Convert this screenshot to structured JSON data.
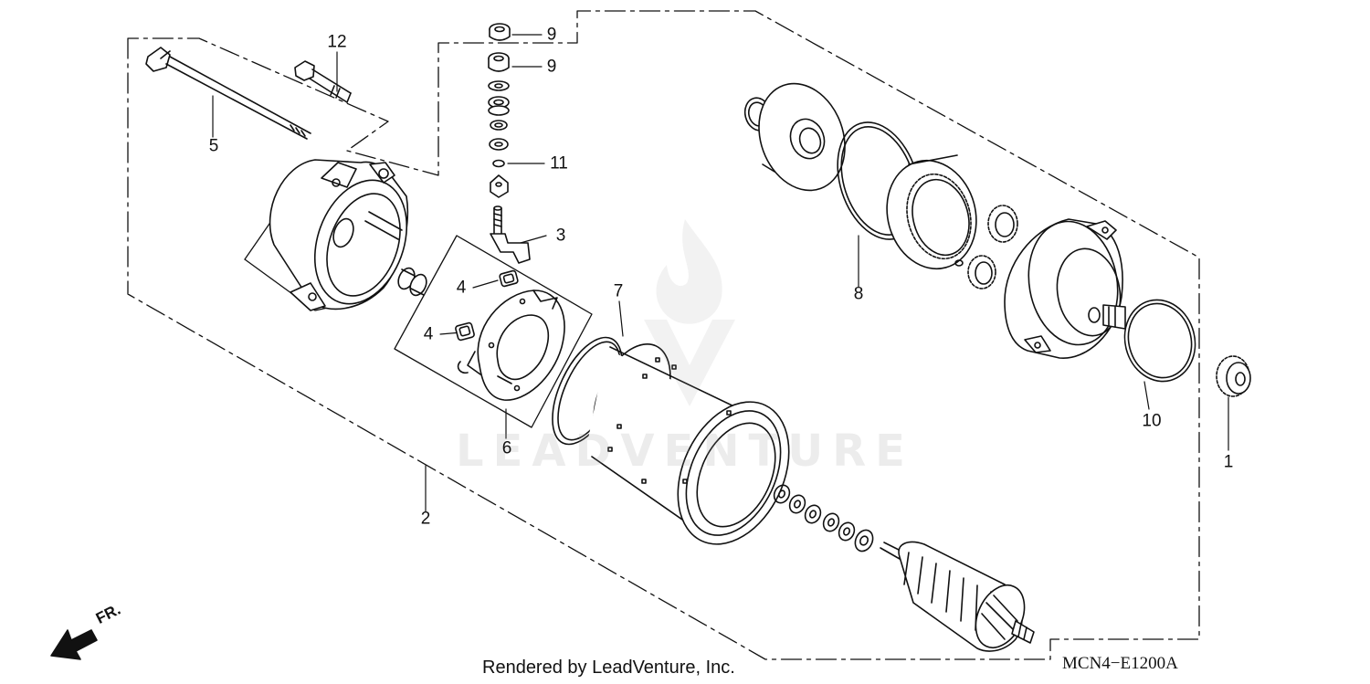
{
  "diagram": {
    "callouts": [
      {
        "id": "c1",
        "label": "1"
      },
      {
        "id": "c2",
        "label": "2"
      },
      {
        "id": "c3",
        "label": "3"
      },
      {
        "id": "c4a",
        "label": "4"
      },
      {
        "id": "c4b",
        "label": "4"
      },
      {
        "id": "c5",
        "label": "5"
      },
      {
        "id": "c6",
        "label": "6"
      },
      {
        "id": "c7",
        "label": "7"
      },
      {
        "id": "c8",
        "label": "8"
      },
      {
        "id": "c9a",
        "label": "9"
      },
      {
        "id": "c9b",
        "label": "9"
      },
      {
        "id": "c10",
        "label": "10"
      },
      {
        "id": "c11",
        "label": "11"
      },
      {
        "id": "c12",
        "label": "12"
      }
    ],
    "watermark": "LEADVENTURE",
    "footer": "Rendered by LeadVenture, Inc.",
    "figure_code": "MCN4−E1200A",
    "direction_label": "FR."
  },
  "colors": {
    "line": "#111111",
    "watermark": "#bdbdbd",
    "background": "#ffffff"
  },
  "icons": {
    "direction": "front-arrow-icon"
  }
}
